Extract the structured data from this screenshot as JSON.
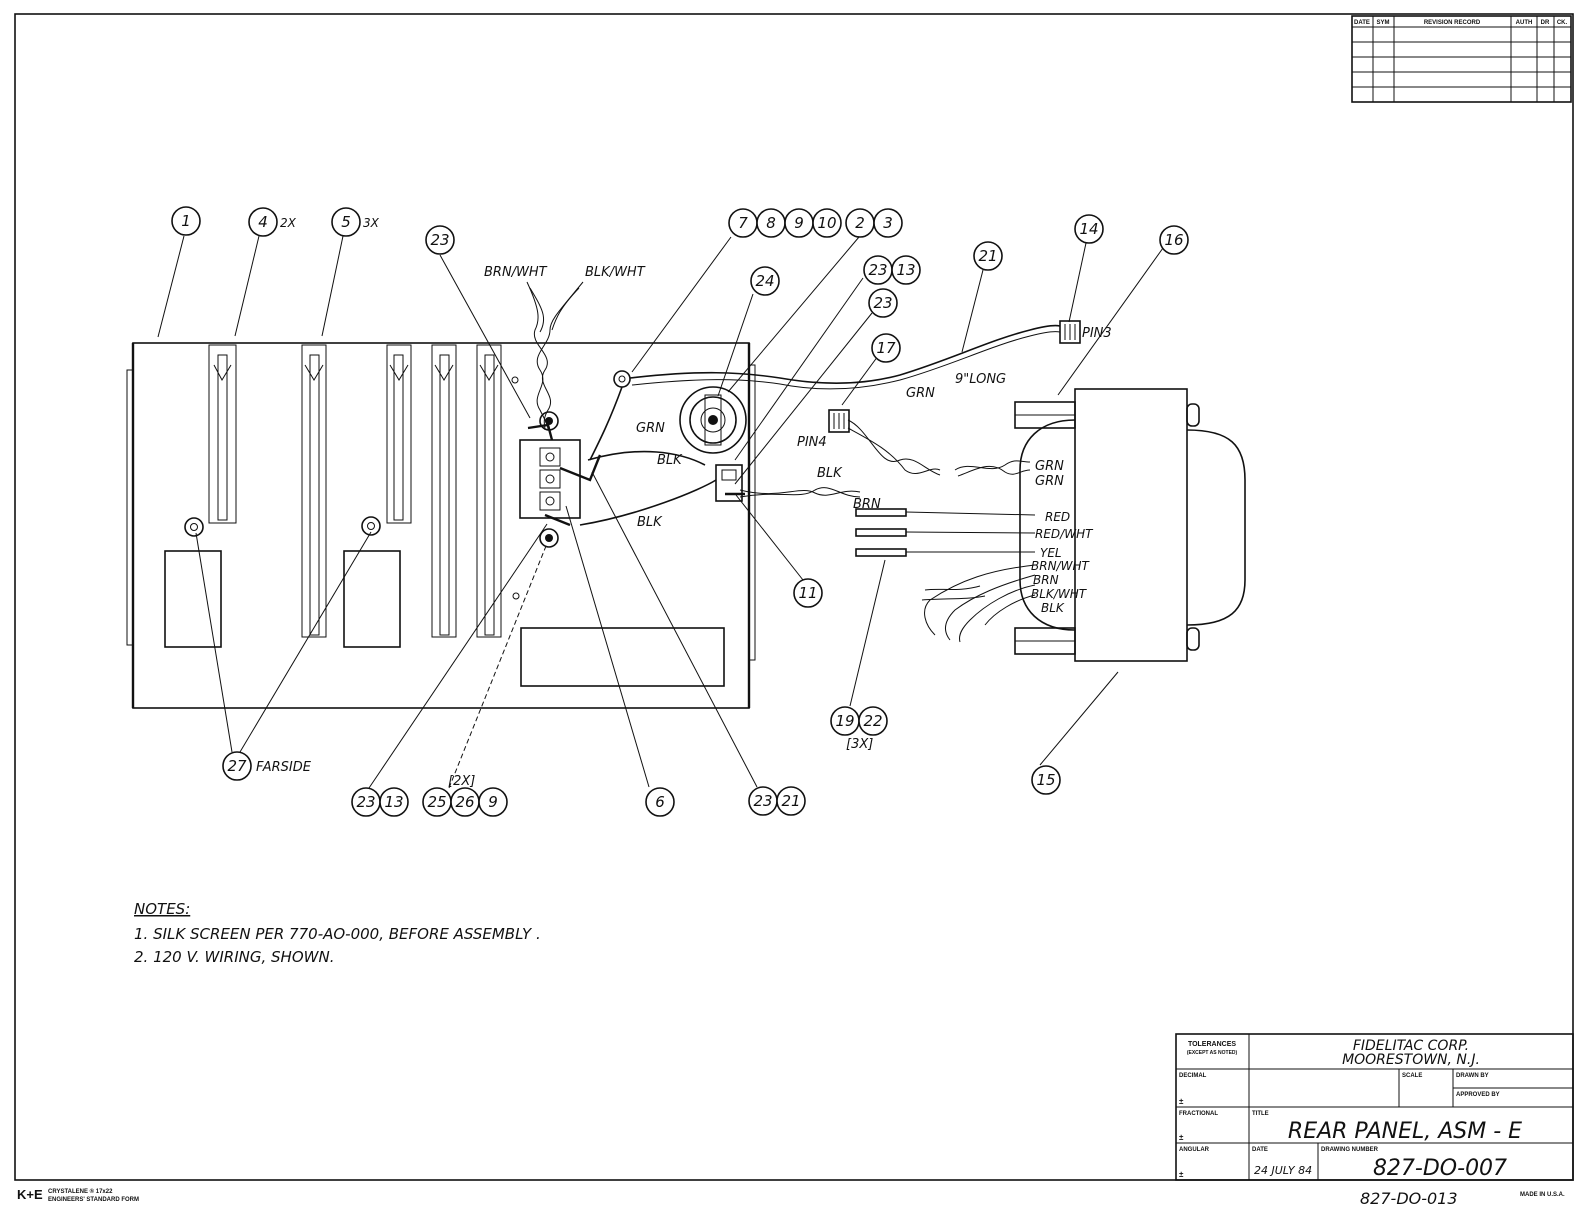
{
  "revision_block": {
    "headers": [
      "DATE",
      "SYM",
      "REVISION RECORD",
      "AUTH",
      "DR",
      "CK."
    ],
    "row_count": 5
  },
  "balloons": {
    "b1": "1",
    "b4": "4",
    "b5": "5",
    "b23a": "23",
    "b7": "7",
    "b8": "8",
    "b9": "9",
    "b10": "10",
    "b2": "2",
    "b3": "3",
    "b24": "24",
    "b23b": "23",
    "b13b": "13",
    "b23c": "23",
    "b21": "21",
    "b14": "14",
    "b16": "16",
    "b17": "17",
    "b11": "11",
    "b19": "19",
    "b22": "22",
    "b15": "15",
    "b27": "27",
    "b23d": "23",
    "b13d": "13",
    "b25": "25",
    "b26": "26",
    "b9b": "9",
    "b6": "6",
    "b23e": "23",
    "b21e": "21"
  },
  "labels": {
    "qty_2x": "2X",
    "qty_3x": "3X",
    "brn_wht_top": "BRN/WHT",
    "blk_wht_top": "BLK/WHT",
    "pin3": "PIN3",
    "nine_long": "9\"LONG",
    "grn_wire": "GRN",
    "grn_a": "GRN",
    "blk_a": "BLK",
    "blk_b": "BLK",
    "pin4": "PIN4",
    "blk_c": "BLK",
    "brn_c": "BRN",
    "t_grn1": "GRN",
    "t_grn2": "GRN",
    "t_red": "RED",
    "t_redwht": "RED/WHT",
    "t_yel": "YEL",
    "t_brnwht": "BRN/WHT",
    "t_brn": "BRN",
    "t_blkwht": "BLK/WHT",
    "t_blk": "BLK",
    "qty_3x_b": "[3X]",
    "qty_2x_b": "[2X]",
    "farside": "FARSIDE"
  },
  "notes": {
    "heading": "NOTES:",
    "items": [
      "1. SILK SCREEN PER 770-AO-000, BEFORE ASSEMBLY .",
      "2. 120 V. WIRING, SHOWN."
    ]
  },
  "title_block": {
    "tolerances": "TOLERANCES",
    "except": "(EXCEPT AS NOTED)",
    "company_line1": "FIDELITAC CORP.",
    "company_line2": "MOORESTOWN, N.J.",
    "decimal": "DECIMAL",
    "fractional": "FRACTIONAL",
    "angular": "ANGULAR",
    "pm": "±",
    "scale": "SCALE",
    "drawn_by": "DRAWN BY",
    "approved_by": "APPROVED BY",
    "title_label": "TITLE",
    "title": "REAR PANEL, ASM - E",
    "date_label": "DATE",
    "date": "24 JULY 84",
    "drawing_number_label": "DRAWING NUMBER",
    "drawing_number": "827-DO-007"
  },
  "footer": {
    "brand": "K+E",
    "line1": "CRYSTALENE ® 17x22",
    "line2": "ENGINEERS' STANDARD FORM",
    "sheet_number": "827-DO-013",
    "made_in": "MADE IN U.S.A."
  }
}
